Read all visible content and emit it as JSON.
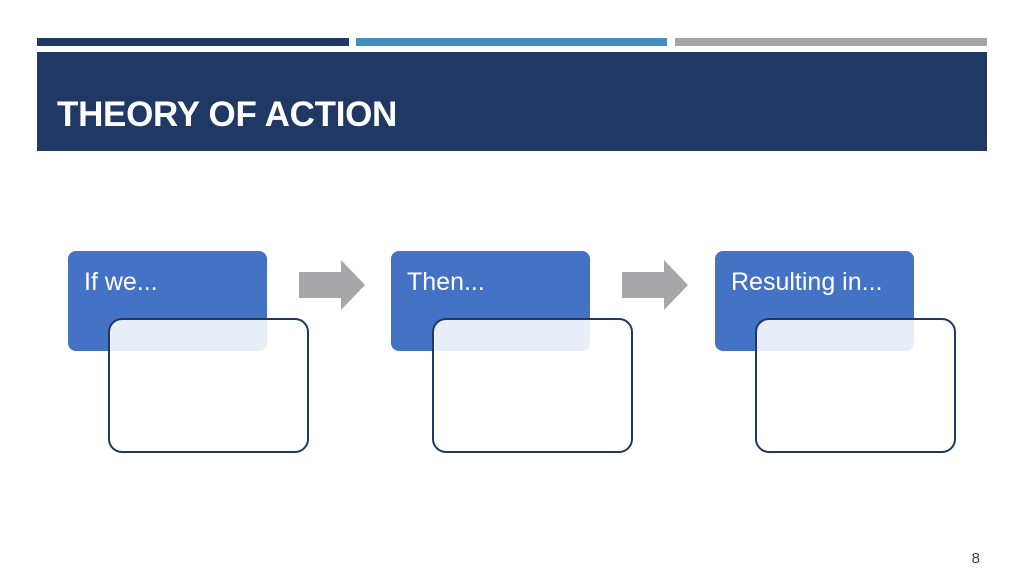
{
  "colors": {
    "stripe_dark": "#1f3864",
    "stripe_mid": "#3f8fc0",
    "stripe_gray": "#a5a5a5",
    "title_bar": "#1f3864",
    "step_header": "#4472c4",
    "step_body_border": "#1f3864",
    "arrow": "#a6a6ab"
  },
  "slide": {
    "title": "THEORY OF ACTION",
    "page_number": "8"
  },
  "steps": [
    {
      "label": "If we...",
      "body": ""
    },
    {
      "label": "Then...",
      "body": ""
    },
    {
      "label": "Resulting in...",
      "body": ""
    }
  ],
  "icons": {
    "connector": "right-arrow-icon"
  }
}
